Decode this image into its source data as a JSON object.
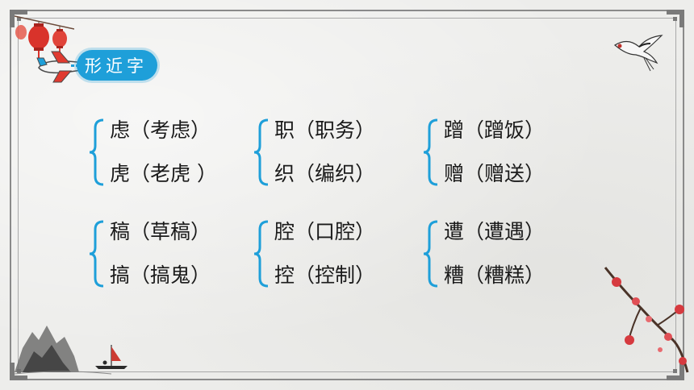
{
  "title": "形近字",
  "accent_color": "#1e9fd9",
  "decorations": [
    "lantern-icon",
    "plane-icon",
    "crane-icon",
    "plum-blossom-icon",
    "landscape-icon"
  ],
  "groups": [
    {
      "top": "虑（考虑）",
      "bottom": "虎（老虎 ）"
    },
    {
      "top": "职（职务）",
      "bottom": "织（编织）"
    },
    {
      "top": "蹭（蹭饭）",
      "bottom": "赠（赠送）"
    },
    {
      "top": "稿（草稿）",
      "bottom": "搞（搞鬼）"
    },
    {
      "top": "腔（口腔）",
      "bottom": "控（控制）"
    },
    {
      "top": "遭（遭遇）",
      "bottom": "糟（糟糕）"
    }
  ]
}
